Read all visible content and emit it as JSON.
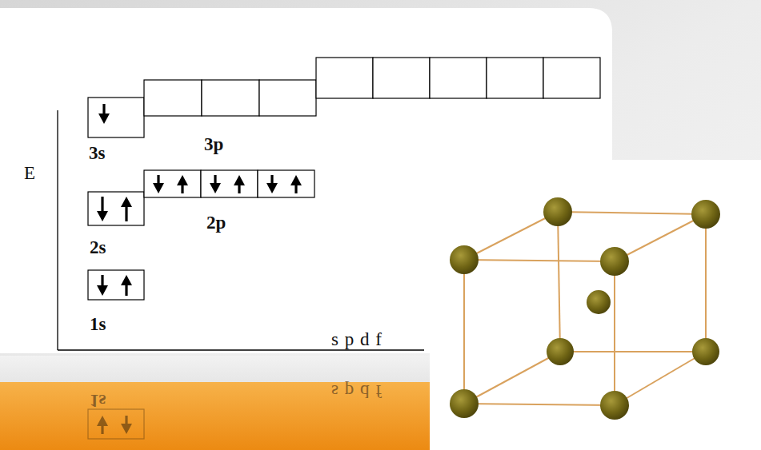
{
  "diagram": {
    "labels": [
      "E",
      "3s",
      "3p",
      "2s",
      "2p",
      "1s",
      "s p d f",
      "1s",
      "s p d f"
    ]
  }
}
